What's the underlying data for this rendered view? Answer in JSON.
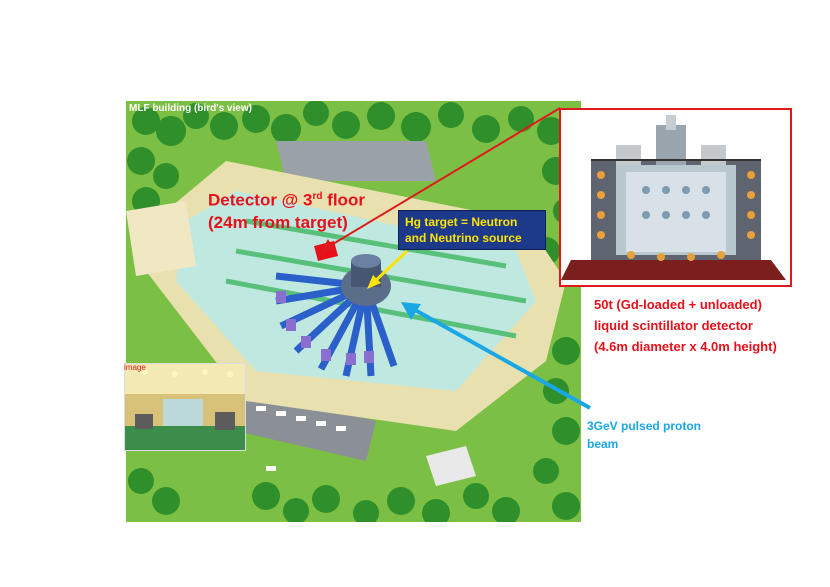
{
  "scene": {
    "bird_view_label": "MLF building (bird's view)"
  },
  "callouts": {
    "detector_line1_prefix": "Detector @ 3",
    "detector_line1_sup": "rd",
    "detector_line1_suffix": " floor",
    "detector_line2": "(24m from target)",
    "hg_line1": "Hg target = Neutron",
    "hg_line2": "and Neutrino source",
    "spec_line1": "50t (Gd-loaded + unloaded)",
    "spec_line2": "liquid scintillator detector",
    "spec_line3": "(4.6m diameter x 4.0m height)",
    "beam_line1": "3GeV pulsed proton",
    "beam_line2": "beam",
    "photo_tag": "image"
  },
  "colors": {
    "detector_red": "#e8101a",
    "hg_box_bg": "#1d3a8a",
    "hg_text": "#ffe400",
    "beam_blue": "#1aa7e6",
    "grass": "#7cbf45",
    "tree": "#2f8f2a"
  }
}
